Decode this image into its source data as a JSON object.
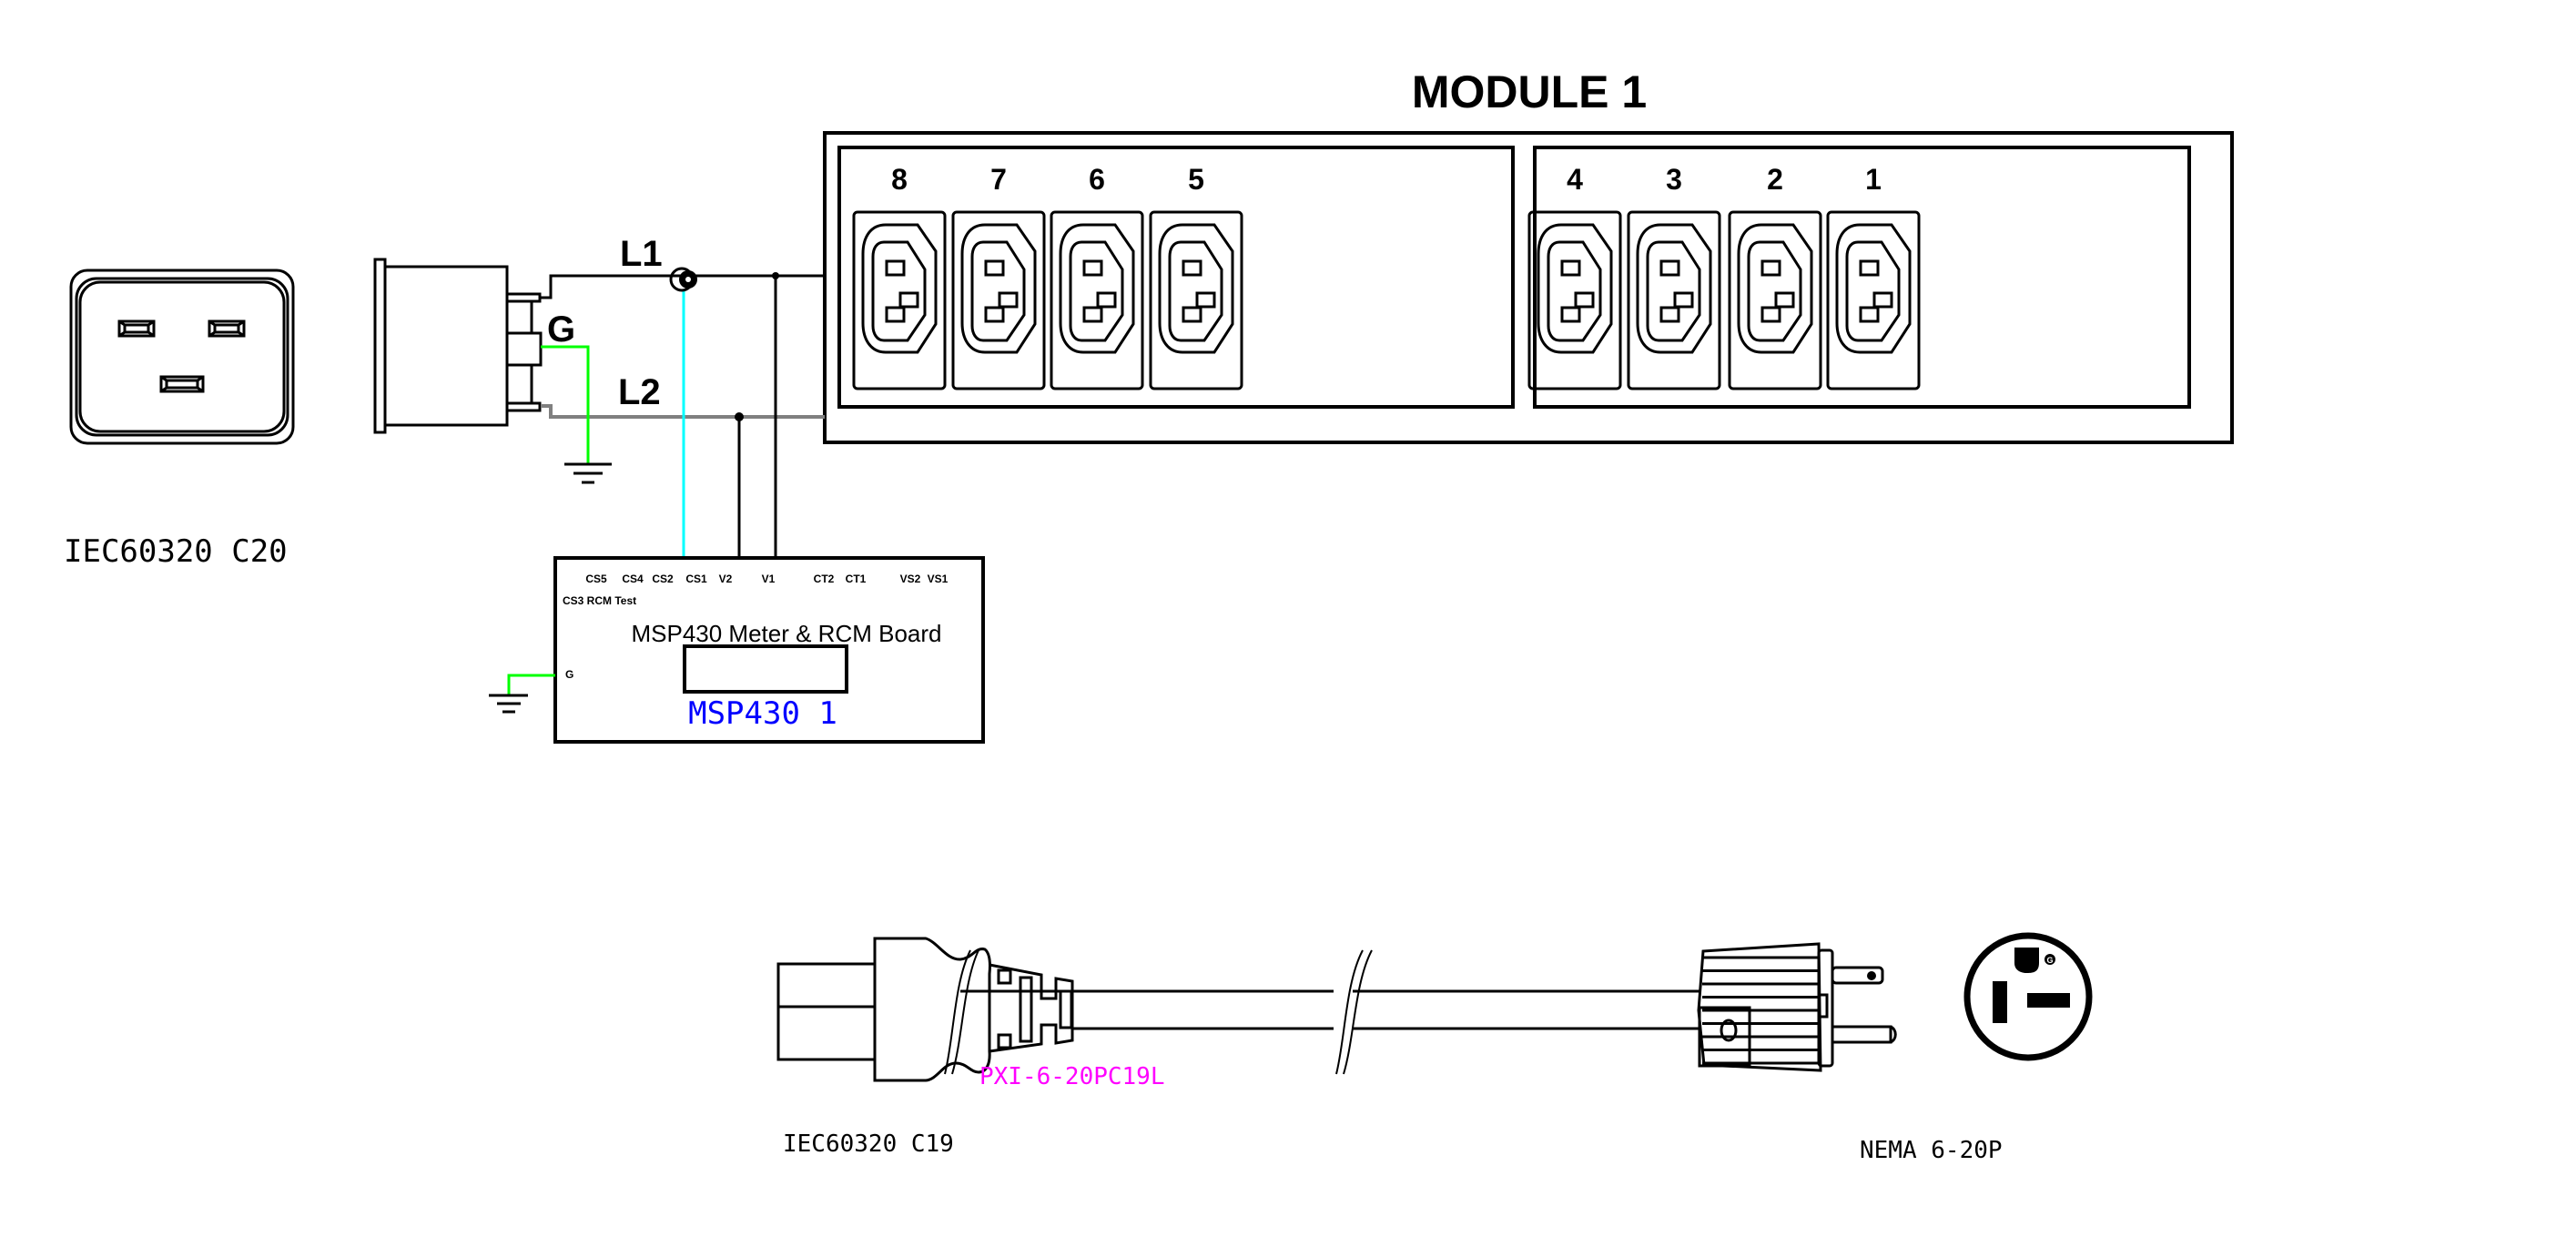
{
  "module": {
    "title": "MODULE 1",
    "outlet_groups": [
      {
        "outlets": [
          {
            "number": "8"
          },
          {
            "number": "7"
          },
          {
            "number": "6"
          },
          {
            "number": "5"
          }
        ]
      },
      {
        "outlets": [
          {
            "number": "4"
          },
          {
            "number": "3"
          },
          {
            "number": "2"
          },
          {
            "number": "1"
          }
        ]
      }
    ],
    "outlet_type_icon": "iec-c13-outlet-icon"
  },
  "inlet": {
    "connector_label": "IEC60320 C20",
    "connector_icon": "iec-c20-inlet-icon"
  },
  "wiring": {
    "line1_label": "L1",
    "line2_label": "L2",
    "ground_label": "G",
    "colors": {
      "line1": "#000000",
      "line2": "#808080",
      "ground": "#00ff00",
      "ct_sense": "#00ffff"
    }
  },
  "meter_board": {
    "title": "MSP430 Meter & RCM Board",
    "id_label": "MSP430 1",
    "id_color": "#0000ff",
    "pins_top": [
      "CS5",
      "CS4",
      "CS2",
      "CS1",
      "V2",
      "V1",
      "CT2",
      "CT1",
      "VS2",
      "VS1"
    ],
    "pin_rcm": "CS3 RCM Test",
    "pin_ground": "G"
  },
  "power_cord": {
    "part_number": "PXI-6-20PC19L",
    "part_number_color": "#ff00ff",
    "connector_a_label": "IEC60320 C19",
    "connector_b_label": "NEMA 6-20P",
    "nema_face_ground_label": "G"
  }
}
